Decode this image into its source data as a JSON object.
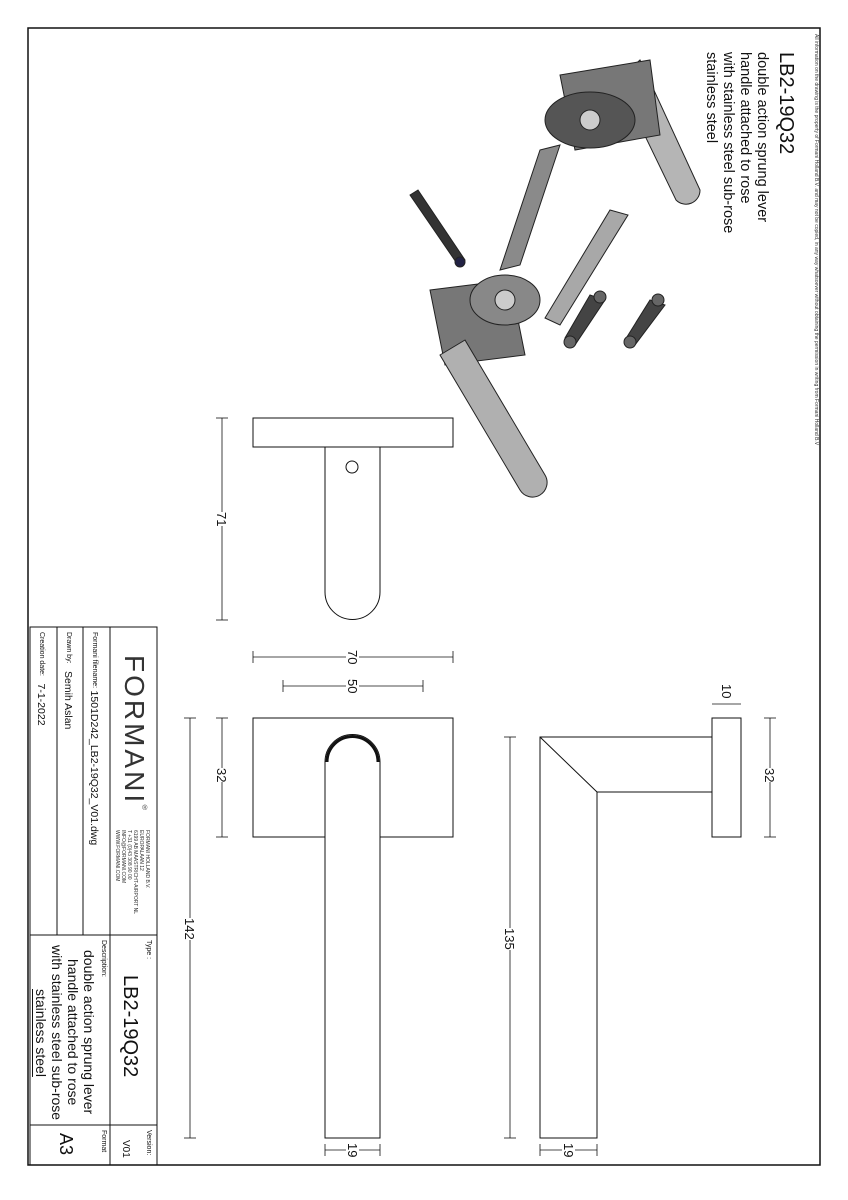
{
  "disclaimer": "All information on the drawing is the property of Formani Holland B.V. and may not be copied, in any way whatsoever without obtaining the permission in writing from Formani Holland B.V",
  "header": {
    "type": "LB2-19Q32",
    "description_lines": [
      "double action sprung lever",
      "handle attached to rose",
      "with stainless steel sub-rose",
      "stainless steel"
    ]
  },
  "dimensions": {
    "top_length": "71",
    "rose_width": "70",
    "hole_spacing": "50",
    "rose_height_front": "32",
    "overall_length": "142",
    "lever_dia_front": "19",
    "projection": "135",
    "lever_dia_side": "19",
    "rose_thickness": "10",
    "rose_height_side": "32"
  },
  "title_block": {
    "logo": "FORMANI",
    "logo_mark": "®",
    "address": [
      "FORMANI HOLLAND B.V.",
      "EUROPALAAN 12",
      "6199 AB MAASTRICHT-AIRPORT NL",
      "T +31 (0)43 308 90 00",
      "INFO@FORMANI.COM",
      "WWW.FORMANI.COM"
    ],
    "filename_label": "Formani filename:",
    "filename": "1501D242_LB2-19Q32_V01.dwg",
    "drawn_by_label": "Drawn by:",
    "drawn_by": "Semih Aslan",
    "creation_date_label": "Creation date:",
    "creation_date": "7-1-2022",
    "type_label": "Type :",
    "type": "LB2-19Q32",
    "description_label": "Description:",
    "description_lines": [
      "double action sprung lever",
      "handle attached to rose",
      "with stainless steel sub-rose",
      "stainless steel"
    ],
    "version_label": "Version:",
    "version": "V01",
    "format_label": "Format",
    "format": "A3"
  }
}
